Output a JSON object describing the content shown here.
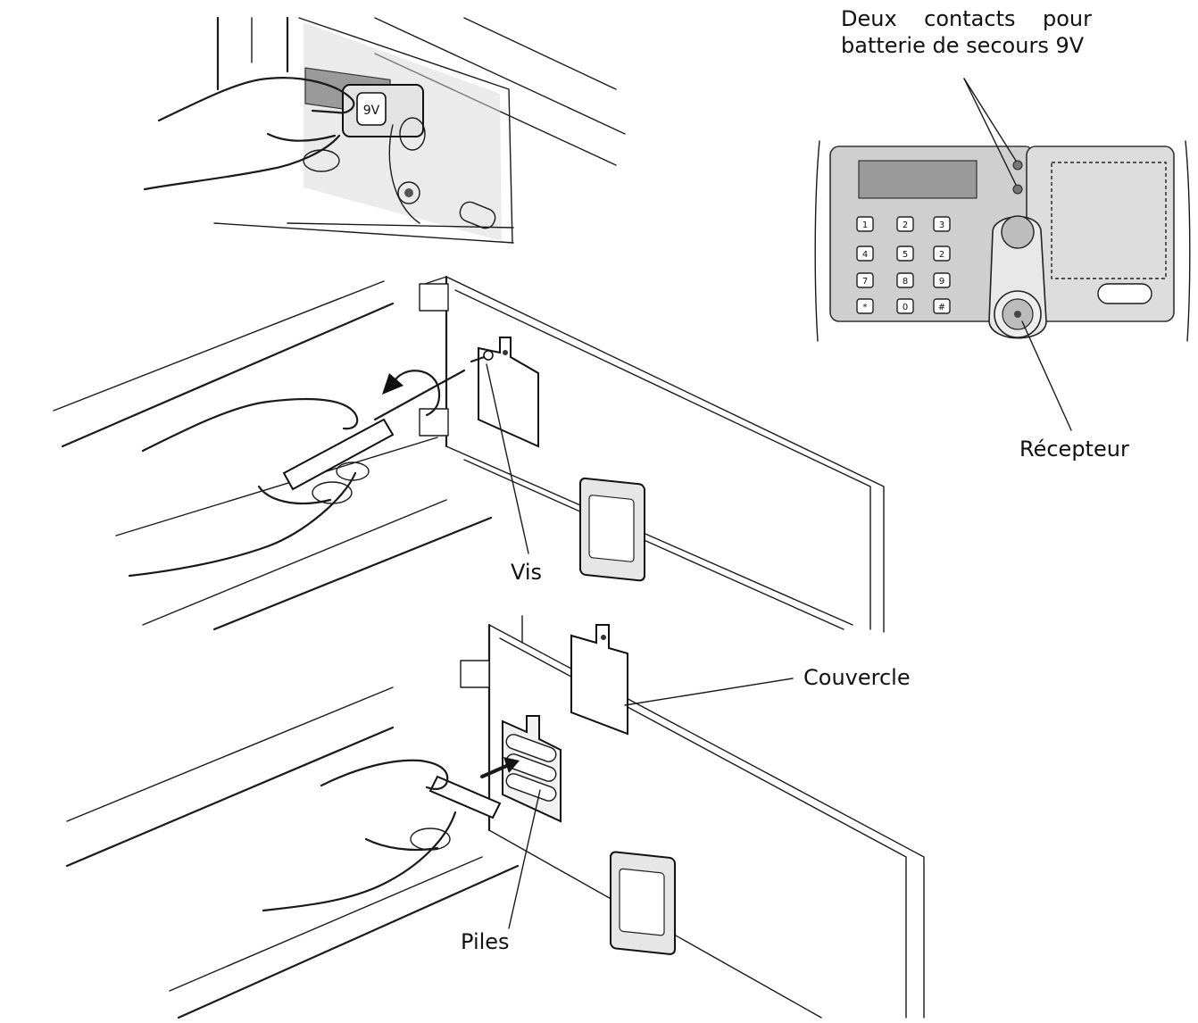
{
  "labels": {
    "contacts_line1": "Deux    contacts    pour",
    "contacts_line2": "batterie de secours 9V",
    "recepteur": "Récepteur",
    "vis": "Vis",
    "couvercle": "Couvercle",
    "piles": "Piles"
  },
  "battery_label": "9V",
  "keypad": [
    "1",
    "2",
    "3",
    "4",
    "5",
    "2",
    "7",
    "8",
    "9",
    "*",
    "0",
    "#"
  ]
}
